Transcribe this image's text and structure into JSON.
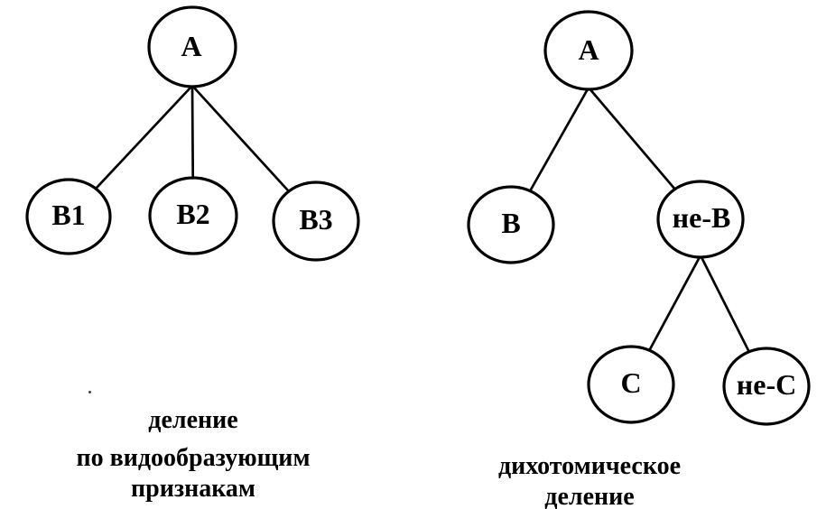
{
  "colors": {
    "ink": "#000000",
    "background": "#ffffff"
  },
  "diagram_left": {
    "caption": {
      "line1": "деление",
      "line2": "по видообразующим",
      "line3": "признакам"
    },
    "nodes": {
      "a": {
        "label": "A"
      },
      "b1": {
        "label": "B1"
      },
      "b2": {
        "label": "B2"
      },
      "b3": {
        "label": "B3"
      }
    },
    "edges": [
      "A–B1",
      "A–B2",
      "A–B3"
    ]
  },
  "diagram_right": {
    "caption": {
      "line1": "дихотомическое",
      "line2": "деление"
    },
    "nodes": {
      "a": {
        "label": "A"
      },
      "b": {
        "label": "B"
      },
      "ne_b": {
        "label": "не-В"
      },
      "c": {
        "label": "C"
      },
      "ne_c": {
        "label": "не-С"
      }
    },
    "edges": [
      "A–B",
      "A–не-В",
      "не-В–C",
      "не-В–не-С"
    ]
  }
}
